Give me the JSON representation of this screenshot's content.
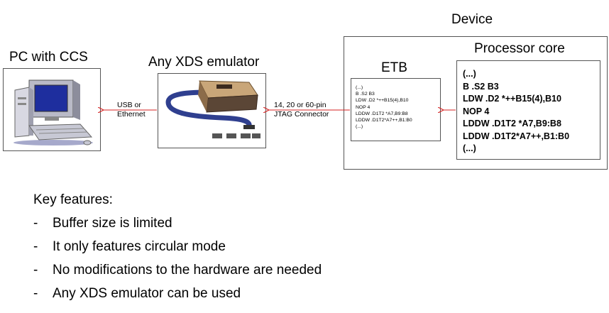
{
  "labels": {
    "pc": "PC with CCS",
    "emulator": "Any XDS emulator",
    "device": "Device",
    "etb": "ETB",
    "core": "Processor core"
  },
  "connections": {
    "usb_line1": "USB or",
    "usb_line2": "Ethernet",
    "jtag_line1": "14, 20 or 60-pin",
    "jtag_line2": "JTAG Connector"
  },
  "etb_code": [
    "(...)",
    "B .S2  B3",
    "LDW .D2 *++B15(4),B10",
    "NOP  4",
    "LDDW .D1T2  *A7,B9:B8",
    "LDDW .D1T2*A7++,B1:B0",
    "(...)"
  ],
  "core_code": [
    "(...)",
    "B .S2 B3",
    "LDW  .D2 *++B15(4),B10",
    "NOP 4",
    "LDDW  .D1T2 *A7,B9:B8",
    "LDDW  .D1T2*A7++,B1:B0",
    "(...)"
  ],
  "features": {
    "title": "Key features:",
    "items": [
      "Buffer size is limited",
      "It only features circular mode",
      "No modifications to the hardware are needed",
      "Any XDS emulator can be used"
    ]
  },
  "colors": {
    "arrow": "#d42020",
    "cable": "#2f3f8f",
    "box_border": "#555555"
  }
}
